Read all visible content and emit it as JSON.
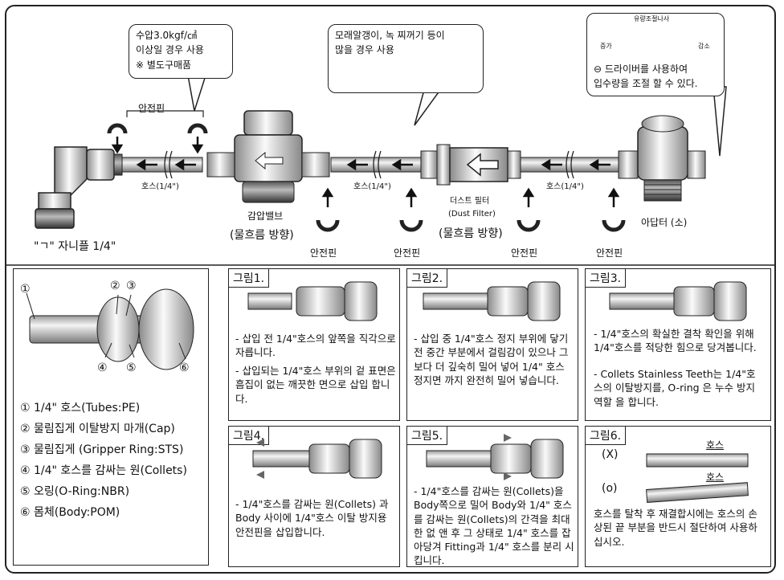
{
  "callouts": {
    "pressure": [
      "수압3.0kgf/㎠",
      "이상일 경우 사용",
      "※ 별도구매품"
    ],
    "sediment": [
      "모래알갱이, 녹 찌꺼기 등이",
      "많을 경우 사용"
    ],
    "adjust": [
      "⊖ 드라이버를 사용하여",
      "입수량을 조절 할 수 있다."
    ]
  },
  "dial": {
    "title": "유량조절나사",
    "left": "증가",
    "right": "감소"
  },
  "diagram": {
    "safety_pin_top": "안전핀",
    "safety_pin": "안전핀",
    "hose": "호스(1/4\")",
    "hose2": "호스(1/4\")",
    "hose3": "호스(1/4\")",
    "prv": "감압밸브",
    "flow": "(물흐름 방향)",
    "filter_ko": "더스트 필터",
    "filter_en": "(Dust Filter)",
    "adapter": "아답터 (소)",
    "nipple": "\"ㄱ\" 자니플 1/4\""
  },
  "legend": {
    "markers": [
      "①",
      "②",
      "③",
      "④",
      "⑤",
      "⑥"
    ],
    "items": [
      "① 1/4\" 호스(Tubes:PE)",
      "② 물림집게 이탈방지 마개(Cap)",
      "③ 물림집게 (Gripper Ring:STS)",
      "④ 1/4\" 호스를 감싸는 원(Collets)",
      "⑤ 오링(O-Ring:NBR)",
      "⑥ 몸체(Body:POM)"
    ]
  },
  "panels": [
    {
      "title": "그림1.",
      "text": [
        "- 삽입 전 1/4\"호스의 앞쪽을 직각으로 자릅니다.",
        "- 삽입되는 1/4\"호스 부위의 겉 표면은 흠집이 없는 깨끗한 면으로 삽입 합니다."
      ]
    },
    {
      "title": "그림2.",
      "text": [
        "- 삽입 중 1/4\"호스 정지 부위에 닿기 전 중간 부분에서 걸림감이 있으나 그보다 더 깊숙히 밀어 넣어 1/4\" 호스 정지면 까지 완전히 밀어 넣습니다."
      ]
    },
    {
      "title": "그림3.",
      "text": [
        "- 1/4\"호스의 확실한 결착 확인을 위해 1/4\"호스를 적당한 힘으로 당겨봅니다.",
        "- Collets Stainless Teeth는 1/4\"호스의 이탈방지를, O-ring 은 누수 방지 역할 을 합니다."
      ]
    },
    {
      "title": "그림4.",
      "text": [
        "- 1/4\"호스를 감싸는 원(Collets) 과 Body 사이에 1/4\"호스 이탈 방지용 안전핀을 삽입합니다."
      ]
    },
    {
      "title": "그림5.",
      "text": [
        "- 1/4\"호스를 감싸는 원(Collets)을 Body쪽으로 밀어 Body와 1/4\" 호스를 감싸는 원(Collets)의 간격을 최대한 없 앤 후 그 상태로 1/4\" 호스를 잡아당겨 Fitting과 1/4\" 호스를 분리 시킵니다."
      ]
    },
    {
      "title": "그림6.",
      "x_label": "(X)",
      "o_label": "(o)",
      "hose_label": "호스",
      "text": [
        "호스를 탈착 후 재결합시에는 호스의 손상된 끝 부분을 반드시 절단하여 사용하십시오."
      ]
    }
  ]
}
